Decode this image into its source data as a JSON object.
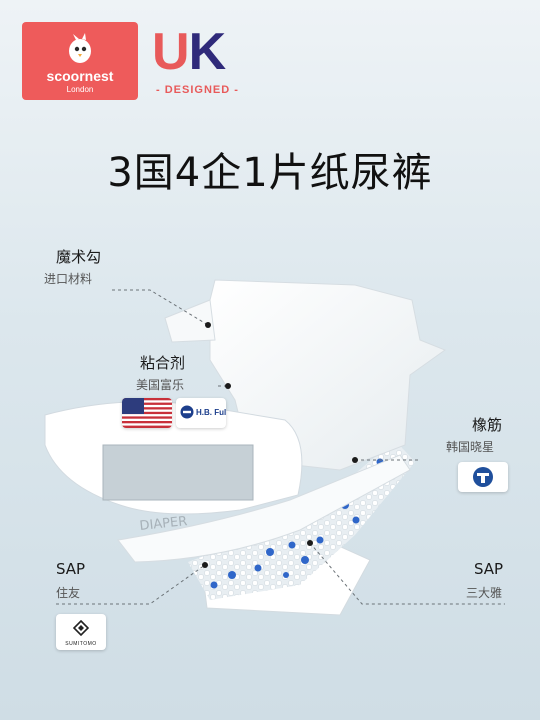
{
  "brand": {
    "name": "scoornest",
    "city": "London",
    "badge_color": "#ee5b5b"
  },
  "uk_logo": {
    "letter_u": "U",
    "letter_k": "K",
    "tagline": "- DESIGNED -",
    "u_color": "#e85a5a",
    "k_color": "#2f2a7a"
  },
  "headline": "3国4企1片纸尿裤",
  "diaper_print": "DIAPER",
  "callouts": {
    "velcro": {
      "title": "魔术勾",
      "sub": "进口材料"
    },
    "adhesive": {
      "title": "粘合剂",
      "sub": "美国富乐",
      "logos": [
        "us-flag-icon",
        "hb-fuller-logo"
      ],
      "partner_logo_text": "H.B. Fuller"
    },
    "elastic": {
      "title": "橡筋",
      "sub": "韩国晓星",
      "logos": [
        "hyosung-logo"
      ]
    },
    "sap_left": {
      "title": "SAP",
      "sub": "住友",
      "logos": [
        "sumitomo-logo"
      ],
      "partner_logo_text": "SUMITOMO"
    },
    "sap_right": {
      "title": "SAP",
      "sub": "三大雅"
    }
  }
}
